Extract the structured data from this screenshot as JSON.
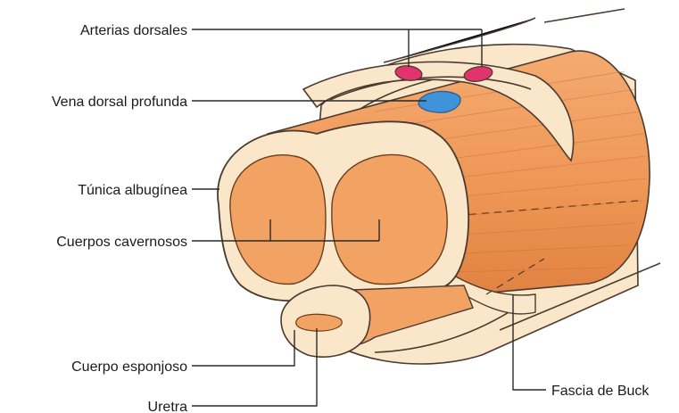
{
  "labels": {
    "arterias_dorsales": "Arterias dorsales",
    "vena_dorsal_profunda": "Vena dorsal profunda",
    "tunica_albuginea": "Túnica albugínea",
    "cuerpos_cavernosos": "Cuerpos cavernosos",
    "cuerpo_esponjoso": "Cuerpo esponjoso",
    "uretra": "Uretra",
    "fascia_de_buck": "Fascia de Buck"
  },
  "colors": {
    "erectile_tissue": "#f2a263",
    "erectile_dark": "#e5884a",
    "sheath": "#fae6c8",
    "artery": "#e3336c",
    "vein": "#3f93d8",
    "outline": "#4a3a30",
    "leader": "#2a2a2a"
  }
}
